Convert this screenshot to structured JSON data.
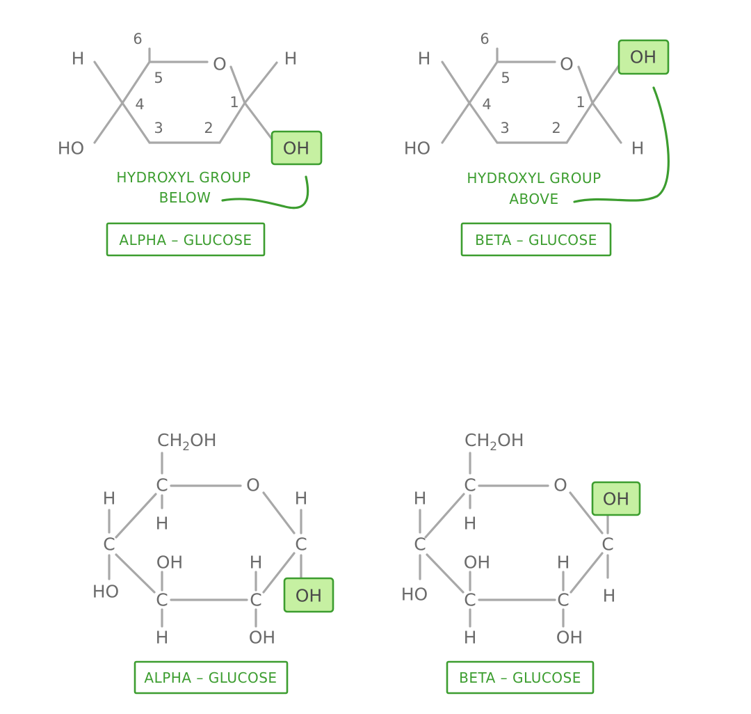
{
  "haworth": {
    "alpha": {
      "atoms": {
        "h_left": "H",
        "ho_left": "HO",
        "o_ring": "O",
        "h_c1": "H",
        "oh_c1": "OH"
      },
      "numbers": {
        "n6": "6",
        "n5": "5",
        "n4": "4",
        "n3": "3",
        "n2": "2",
        "n1": "1"
      },
      "annotation": {
        "line1": "HYDROXYL GROUP",
        "line2": "BELOW"
      },
      "label": "ALPHA – GLUCOSE"
    },
    "beta": {
      "atoms": {
        "h_left": "H",
        "ho_left": "HO",
        "o_ring": "O",
        "oh_c1": "OH",
        "h_c1": "H"
      },
      "numbers": {
        "n6": "6",
        "n5": "5",
        "n4": "4",
        "n3": "3",
        "n2": "2",
        "n1": "1"
      },
      "annotation": {
        "line1": "HYDROXYL GROUP",
        "line2": "ABOVE"
      },
      "label": "BETA – GLUCOSE"
    }
  },
  "structural": {
    "alpha": {
      "ch2oh": {
        "main": "CH",
        "sub": "2",
        "tail": "OH"
      },
      "atoms": {
        "c5": "C",
        "o_ring": "O",
        "h_c5": "H",
        "h_c4_top": "H",
        "c4": "C",
        "ho_c4": "HO",
        "oh_c3": "OH",
        "c3": "C",
        "h_c3": "H",
        "h_c2": "H",
        "c2": "C",
        "oh_c2": "OH",
        "h_c1": "H",
        "c1": "C",
        "oh_c1": "OH"
      },
      "label": "ALPHA – GLUCOSE"
    },
    "beta": {
      "ch2oh": {
        "main": "CH",
        "sub": "2",
        "tail": "OH"
      },
      "atoms": {
        "c5": "C",
        "o_ring": "O",
        "h_c5": "H",
        "h_c4_top": "H",
        "c4": "C",
        "ho_c4": "HO",
        "oh_c3": "OH",
        "c3": "C",
        "h_c3": "H",
        "h_c2": "H",
        "c2": "C",
        "oh_c2": "OH",
        "oh_c1": "OH",
        "c1": "C",
        "h_c1": "H"
      },
      "label": "BETA – GLUCOSE"
    }
  },
  "colors": {
    "bond": "#a8a8a8",
    "atom": "#6b6b6b",
    "accent": "#3c9d2f",
    "highlight": "#c6f0a2"
  }
}
